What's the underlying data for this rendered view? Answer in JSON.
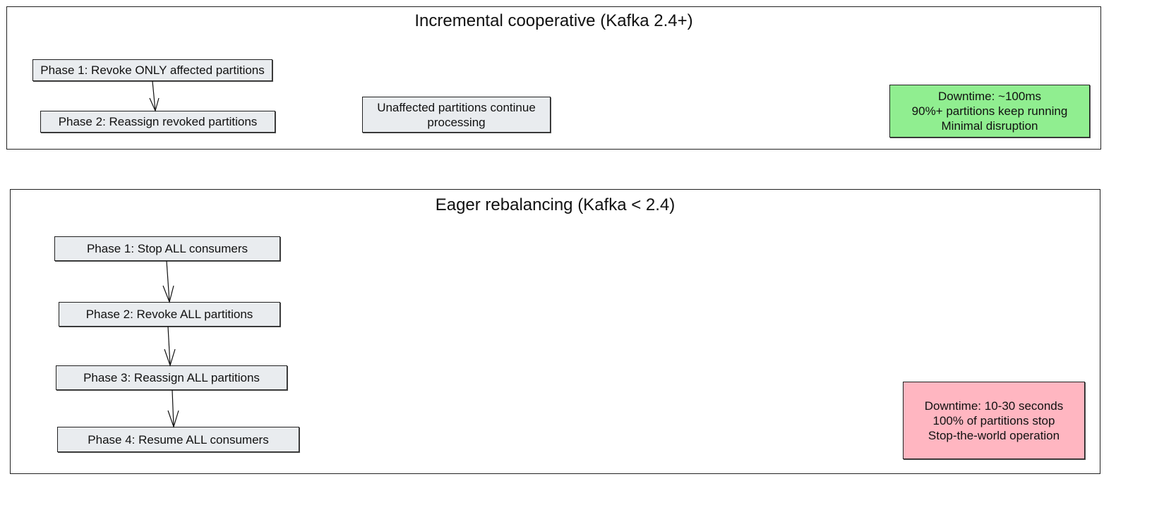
{
  "incremental": {
    "title": "Incremental cooperative (Kafka 2.4+)",
    "phase1": "Phase 1: Revoke ONLY affected partitions",
    "phase2": "Phase 2: Reassign revoked partitions",
    "unaffected": "Unaffected partitions continue\nprocessing",
    "summary": "Downtime: ~100ms\n90%+ partitions keep running\nMinimal disruption",
    "summary_color": "#90ee90"
  },
  "eager": {
    "title": "Eager rebalancing (Kafka < 2.4)",
    "phase1": "Phase 1: Stop ALL consumers",
    "phase2": "Phase 2: Revoke ALL partitions",
    "phase3": "Phase 3: Reassign ALL partitions",
    "phase4": "Phase 4: Resume ALL consumers",
    "summary": "Downtime: 10-30 seconds\n100% of partitions stop\nStop-the-world operation",
    "summary_color": "#ffb6c1"
  }
}
